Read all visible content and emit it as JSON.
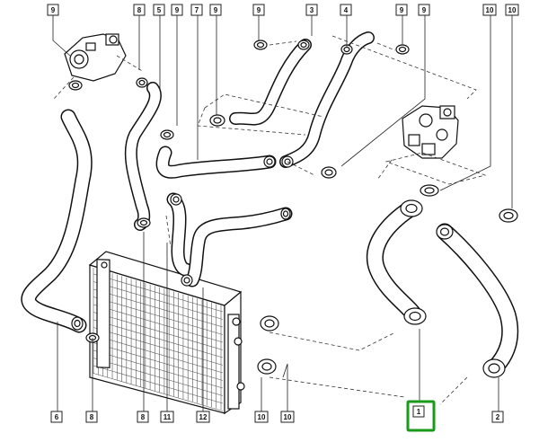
{
  "callouts": [
    {
      "id": "c9a",
      "label": "9"
    },
    {
      "id": "c8a",
      "label": "8"
    },
    {
      "id": "c5",
      "label": "5"
    },
    {
      "id": "c9b",
      "label": "9"
    },
    {
      "id": "c7",
      "label": "7"
    },
    {
      "id": "c9c",
      "label": "9"
    },
    {
      "id": "c9d",
      "label": "9"
    },
    {
      "id": "c3",
      "label": "3"
    },
    {
      "id": "c4",
      "label": "4"
    },
    {
      "id": "c9e",
      "label": "9"
    },
    {
      "id": "c9f",
      "label": "9"
    },
    {
      "id": "c10a",
      "label": "10"
    },
    {
      "id": "c10b",
      "label": "10"
    },
    {
      "id": "c6",
      "label": "6"
    },
    {
      "id": "c8b",
      "label": "8"
    },
    {
      "id": "c8c",
      "label": "8"
    },
    {
      "id": "c11",
      "label": "11"
    },
    {
      "id": "c12",
      "label": "12"
    },
    {
      "id": "c10c",
      "label": "10"
    },
    {
      "id": "c10d",
      "label": "10"
    },
    {
      "id": "c1",
      "label": "1"
    },
    {
      "id": "c2",
      "label": "2"
    }
  ],
  "highlighted_callout": "1",
  "colors": {
    "highlight": "#1a9a1a",
    "line": "#111111",
    "background": "#ffffff"
  }
}
